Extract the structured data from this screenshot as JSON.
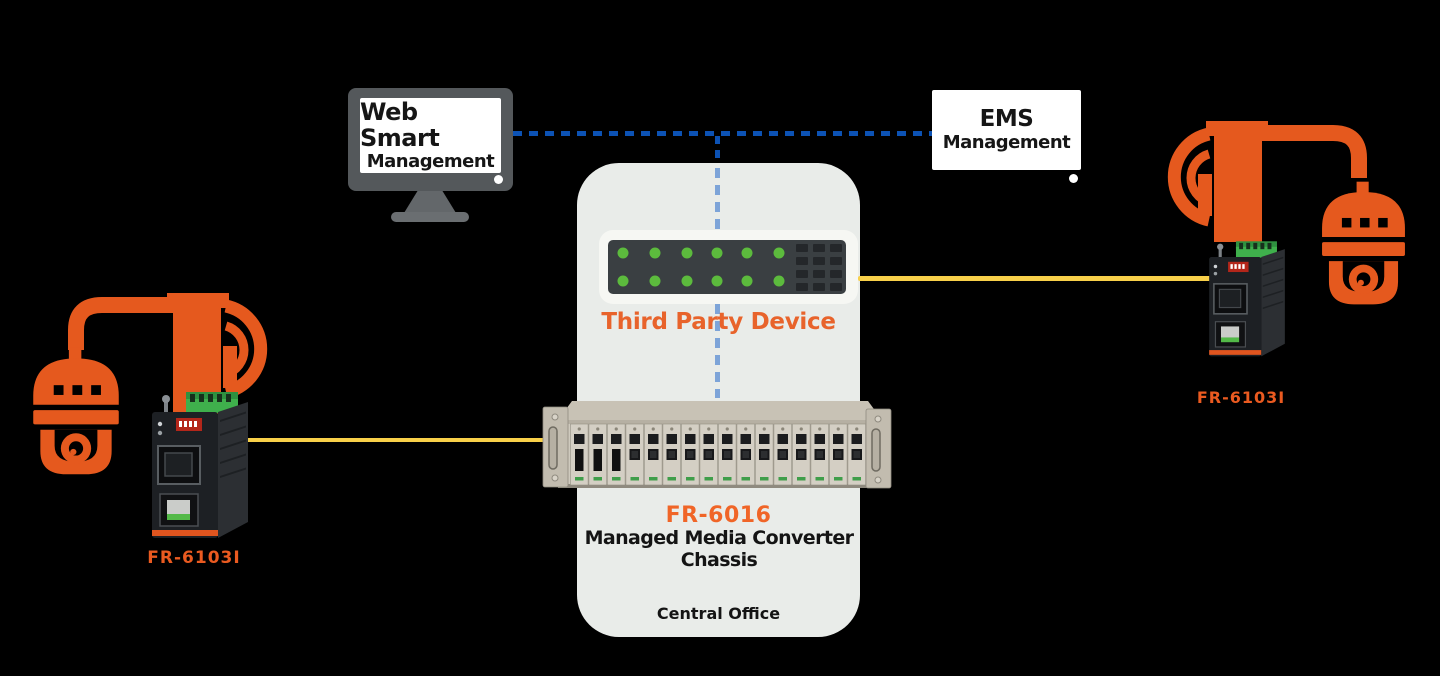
{
  "management_station": {
    "label_line1": "Web Smart",
    "label_line2": "Management"
  },
  "ems_station": {
    "label_line1": "EMS",
    "label_line2": "Management"
  },
  "central_office": {
    "site_label": "Central Office",
    "third_party_device": {
      "label": "Third Party Device",
      "led_rows": 2,
      "led_columns": 6,
      "port_grid_rows": 4,
      "port_grid_columns": 3
    },
    "chassis": {
      "model": "FR-6016",
      "description": "Managed Media Converter Chassis",
      "slot_count": 16
    }
  },
  "remote_site_left": {
    "device_model": "FR-6103I",
    "peripheral_icon": "cctv-dome-camera"
  },
  "remote_site_right": {
    "device_model": "FR-6103I",
    "peripheral_icon": "cctv-dome-camera"
  },
  "connections": {
    "management_link_style": "dashed",
    "fiber_link_style": "solid"
  },
  "colors": {
    "accent_orange": "#e8632b",
    "camera_orange": "#e5591e",
    "management_link_blue": "#0c52b4",
    "internal_link_blue": "#7da4d8",
    "fiber_link_yellow": "#f8d049",
    "led_green": "#5cbb3d",
    "panel_bg": "#e9ece9"
  }
}
